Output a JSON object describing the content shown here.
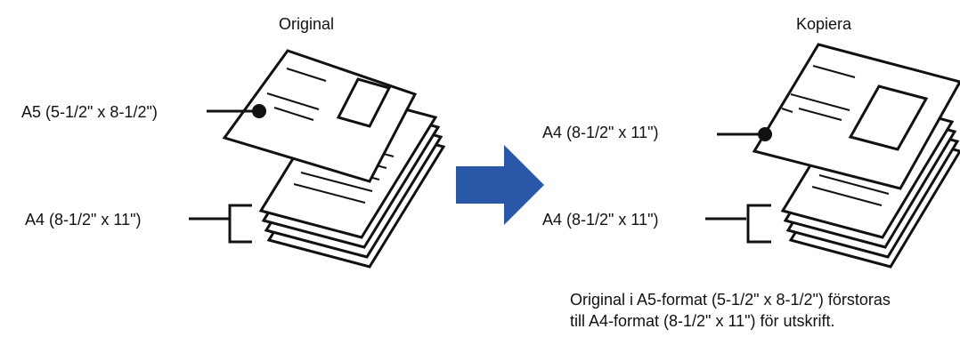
{
  "original": {
    "heading": "Original",
    "a5_label": "A5 (5-1/2\" x 8-1/2\")",
    "a4_label": "A4 (8-1/2\" x 11\")"
  },
  "copy": {
    "heading": "Kopiera",
    "top_label": "A4 (8-1/2\" x 11\")",
    "bottom_label": "A4 (8-1/2\" x 11\")"
  },
  "caption": {
    "line1": "Original i A5-format (5-1/2\" x 8-1/2\") förstoras",
    "line2": "till A4-format (8-1/2\" x 11\") för utskrift."
  },
  "colors": {
    "arrow": "#2a58a8",
    "ink": "#111111",
    "paper": "#ffffff"
  },
  "icons": {
    "arrow": "right-arrow-icon"
  }
}
